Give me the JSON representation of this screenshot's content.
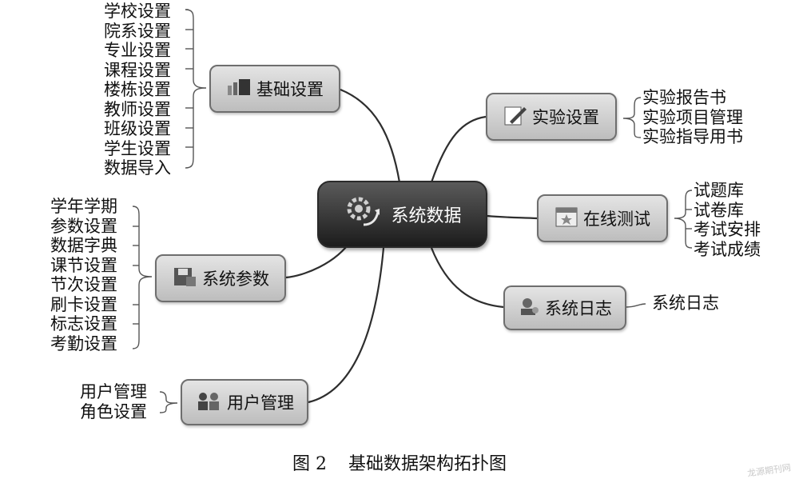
{
  "center": {
    "label": "系统数据"
  },
  "branches": {
    "basic": {
      "label": "基础设置",
      "leaves": [
        "学校设置",
        "院系设置",
        "专业设置",
        "课程设置",
        "楼栋设置",
        "教师设置",
        "班级设置",
        "学生设置",
        "数据导入"
      ]
    },
    "params": {
      "label": "系统参数",
      "leaves": [
        "学年学期",
        "参数设置",
        "数据字典",
        "课节设置",
        "节次设置",
        "刷卡设置",
        "标志设置",
        "考勤设置"
      ]
    },
    "users": {
      "label": "用户管理",
      "leaves": [
        "用户管理",
        "角色设置"
      ]
    },
    "experiment": {
      "label": "实验设置",
      "leaves": [
        "实验报告书",
        "实验项目管理",
        "实验指导用书"
      ]
    },
    "online": {
      "label": "在线测试",
      "leaves": [
        "试题库",
        "试卷库",
        "考试安排",
        "考试成绩"
      ]
    },
    "log": {
      "label": "系统日志",
      "leaves": [
        "系统日志"
      ]
    }
  },
  "caption": {
    "fig": "图 2",
    "title": "基础数据架构拓扑图"
  },
  "watermark": "龙源期刊网"
}
